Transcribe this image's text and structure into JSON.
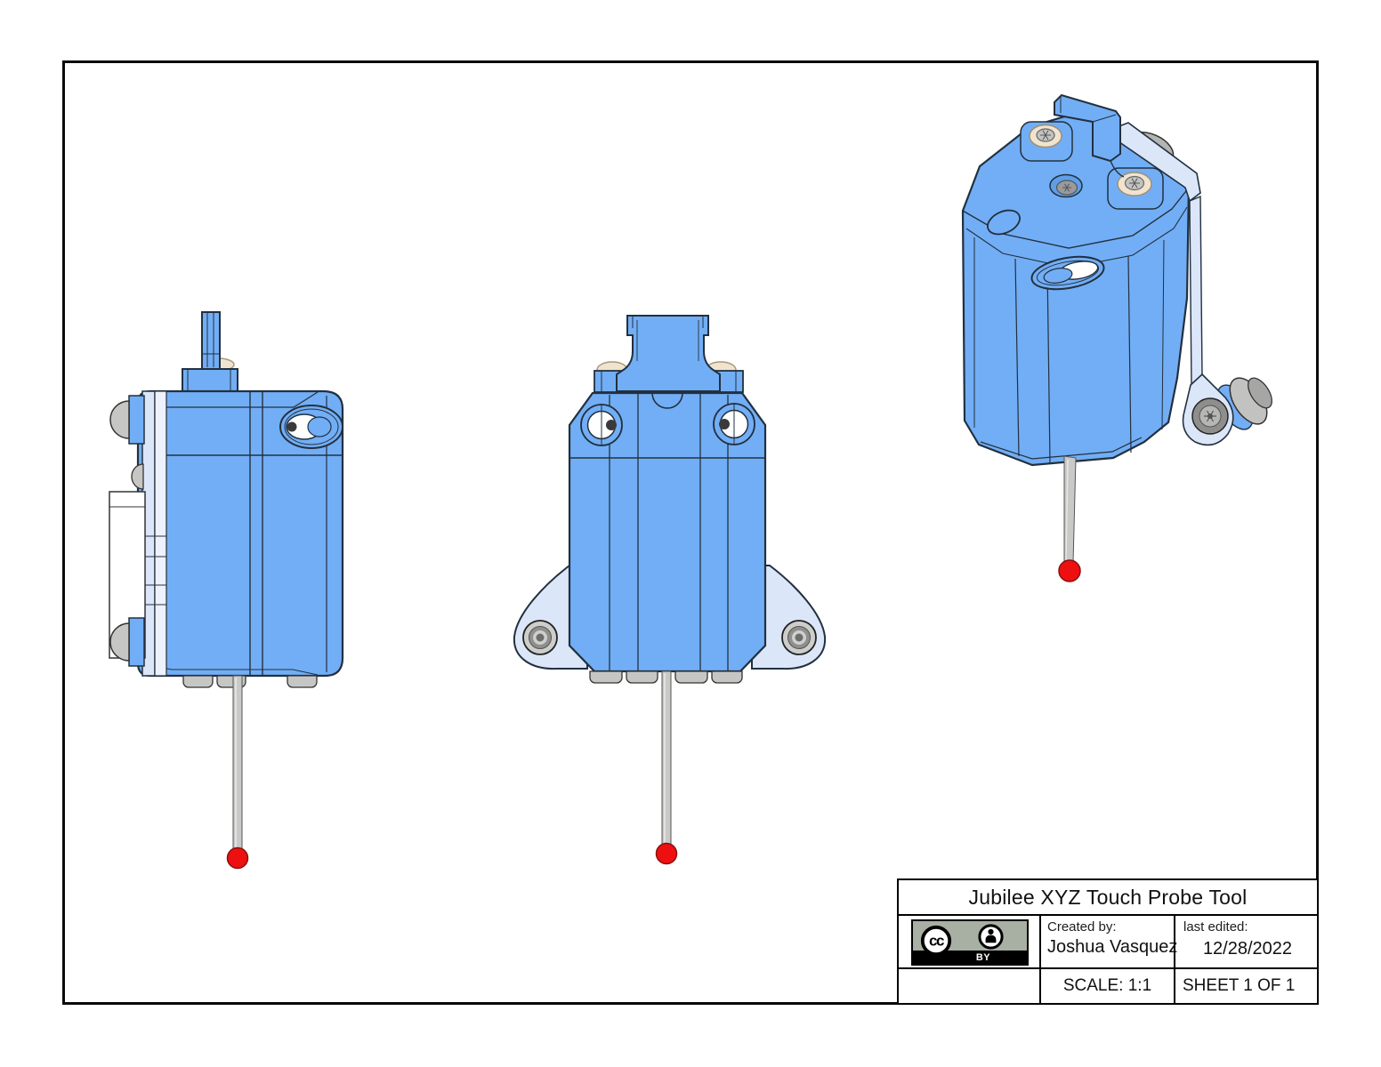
{
  "title_block": {
    "title": "Jubilee XYZ Touch Probe Tool",
    "created_by_label": "Created by:",
    "created_by": "Joshua Vasquez",
    "last_edited_label": "last edited:",
    "last_edited": "12/28/2022",
    "scale": "SCALE: 1:1",
    "sheet": "SHEET 1 OF 1",
    "license": {
      "cc_initials": "cc",
      "by": "BY"
    }
  },
  "views": [
    {
      "name": "side-view"
    },
    {
      "name": "front-view"
    },
    {
      "name": "isometric-view"
    }
  ],
  "colors": {
    "body_blue": "#72aef5",
    "bracket_light_blue": "#dbe6f8",
    "pale_strip": "#edf2fd",
    "outline_dark": "#22303f",
    "stylus_gray": "#c9c9c7",
    "hardware_gray": "#c2c2c0",
    "hardware_dark_gray": "#8e8e8c",
    "washer_cream": "#f0e4d0",
    "probe_tip_red": "#ee1010",
    "badge_gray": "#a8afa3"
  }
}
